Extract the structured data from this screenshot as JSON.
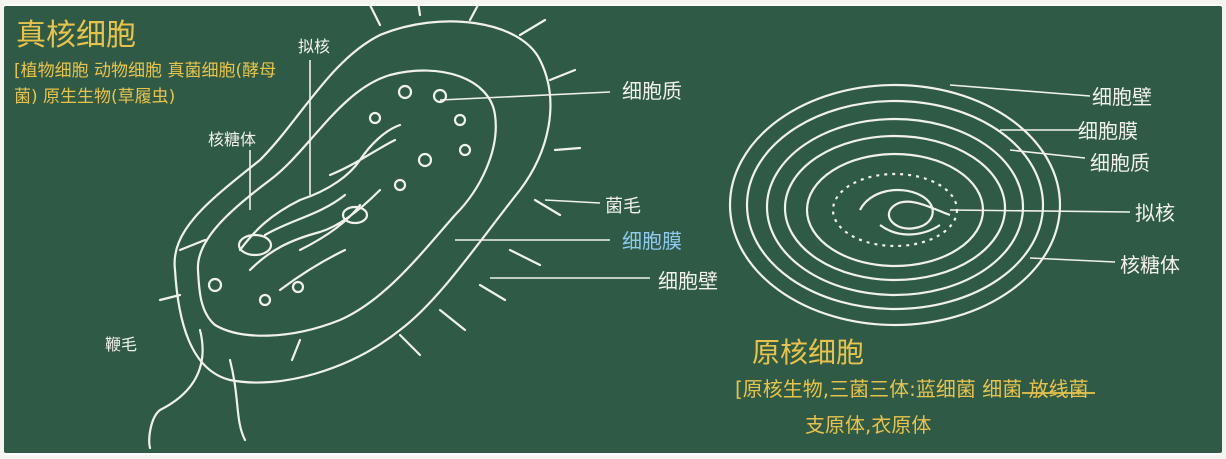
{
  "left_panel": {
    "title": "真核细胞",
    "note": "[植物细胞 动物细胞 真菌细胞(酵母菌) 原生生物(草履虫)",
    "labels": {
      "nucleoid": "拟核",
      "ribosome": "核糖体",
      "cytoplasm": "细胞质",
      "pili": "菌毛",
      "cell_membrane": "细胞膜",
      "cell_wall": "细胞壁",
      "flagellum": "鞭毛"
    }
  },
  "right_panel": {
    "labels": {
      "cell_wall": "细胞壁",
      "cell_membrane": "细胞膜",
      "cytoplasm": "细胞质",
      "nucleoid": "拟核",
      "ribosome": "核糖体"
    },
    "title": "原核细胞",
    "note_line1": "[原核生物,三菌三体:蓝细菌 细菌 放线菌",
    "note_line2": "支原体,衣原体"
  },
  "colors": {
    "board": "#2f5a45",
    "chalk_white": "#f1f1ea",
    "chalk_yellow": "#e8c34c",
    "chalk_blue": "#8ccaf0"
  }
}
